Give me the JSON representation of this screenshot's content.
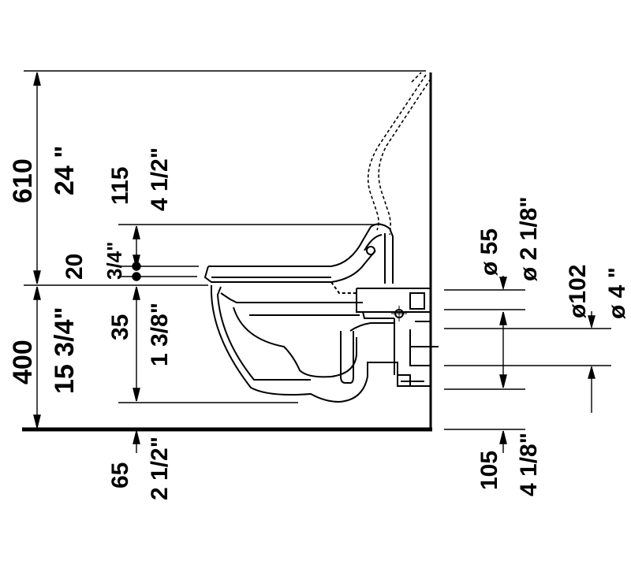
{
  "dimensions": {
    "h610": {
      "mm": "610",
      "inch": "24 \""
    },
    "h115": {
      "mm": "115",
      "inch": "4 1/2\""
    },
    "h20": {
      "mm": "20",
      "inch": "3/4\""
    },
    "h400": {
      "mm": "400",
      "inch": "15 3/4\""
    },
    "h35": {
      "mm": "35",
      "inch": "1 3/8\""
    },
    "h65": {
      "mm": "65",
      "inch": "2 1/2\""
    },
    "d55": {
      "mm": "ø 55",
      "inch": "ø 2 1/8\""
    },
    "d102": {
      "mm": "ø102",
      "inch": "ø 4 \""
    },
    "h105": {
      "mm": "105",
      "inch": "4 1/8\""
    }
  }
}
